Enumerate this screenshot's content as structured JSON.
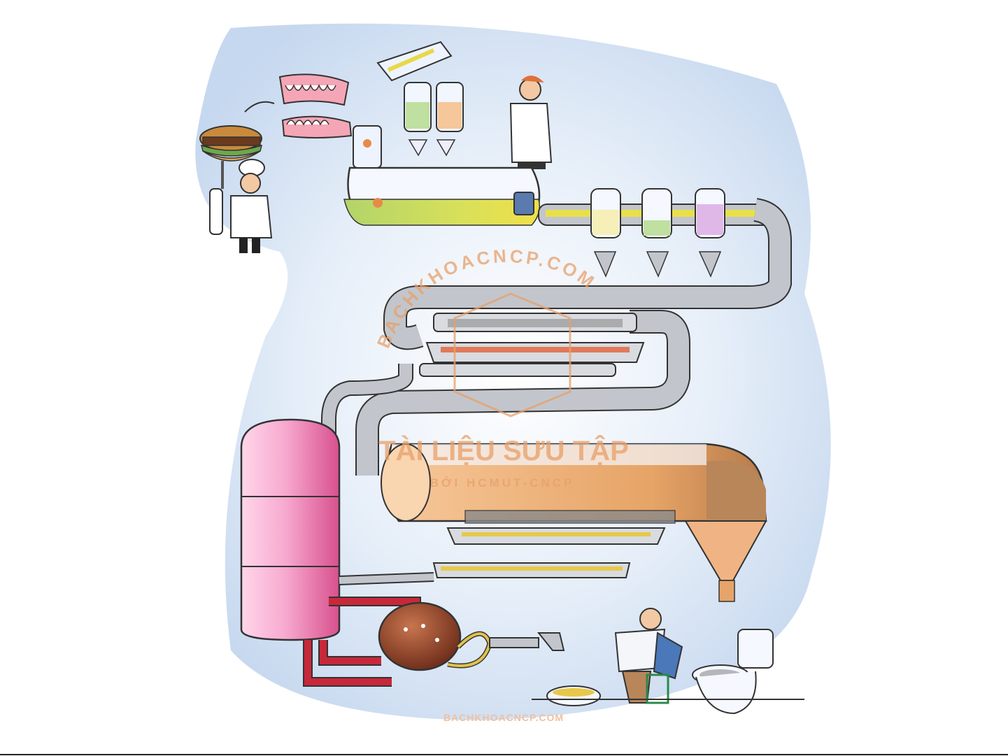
{
  "watermark": {
    "arc_text": "BACHKHOACNCP.COM",
    "main_text": "TÀI LIỆU SƯU TẬP",
    "sub_text": "BỞI HCMUT-CNCP",
    "footer_text": "BACHKHOACNCP.COM",
    "color": "#e8a06a"
  },
  "palette": {
    "background_glow": "#cfdff2",
    "pipe": "#b9bcc2",
    "tank_pink": "#e86aa8",
    "chyme": "#e6a86a",
    "fluid_green": "#b8d86a",
    "fluid_yellow": "#e8e04a",
    "pump_brown": "#8a3a22",
    "red_pipe": "#c8283a"
  }
}
